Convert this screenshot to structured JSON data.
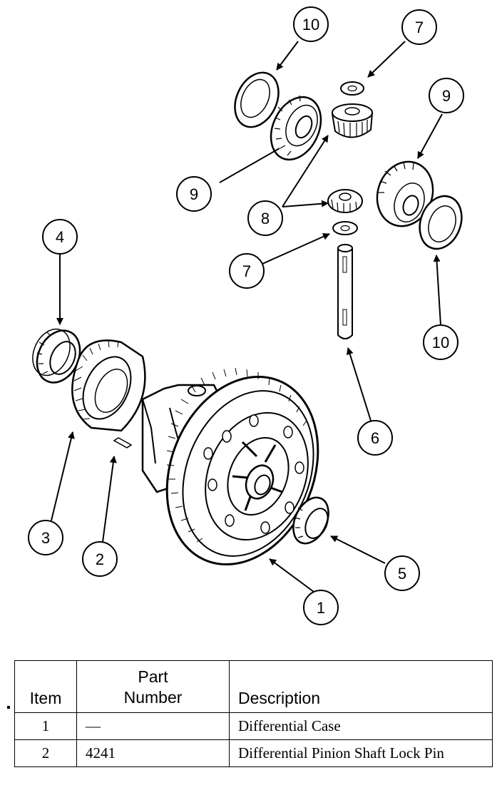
{
  "callouts": [
    {
      "id": "c10a",
      "label": "10"
    },
    {
      "id": "c7a",
      "label": "7"
    },
    {
      "id": "c9a",
      "label": "9"
    },
    {
      "id": "c9b",
      "label": "9"
    },
    {
      "id": "c8",
      "label": "8"
    },
    {
      "id": "c4",
      "label": "4"
    },
    {
      "id": "c7b",
      "label": "7"
    },
    {
      "id": "c10b",
      "label": "10"
    },
    {
      "id": "c6",
      "label": "6"
    },
    {
      "id": "c3",
      "label": "3"
    },
    {
      "id": "c2",
      "label": "2"
    },
    {
      "id": "c5",
      "label": "5"
    },
    {
      "id": "c1",
      "label": "1"
    }
  ],
  "table": {
    "headers": {
      "item": "Item",
      "part_line1": "Part",
      "part_line2": "Number",
      "description": "Description"
    },
    "rows": [
      {
        "item": "1",
        "part": "—",
        "description": "Differential Case"
      },
      {
        "item": "2",
        "part": "4241",
        "description": "Differential Pinion Shaft Lock Pin"
      }
    ]
  }
}
